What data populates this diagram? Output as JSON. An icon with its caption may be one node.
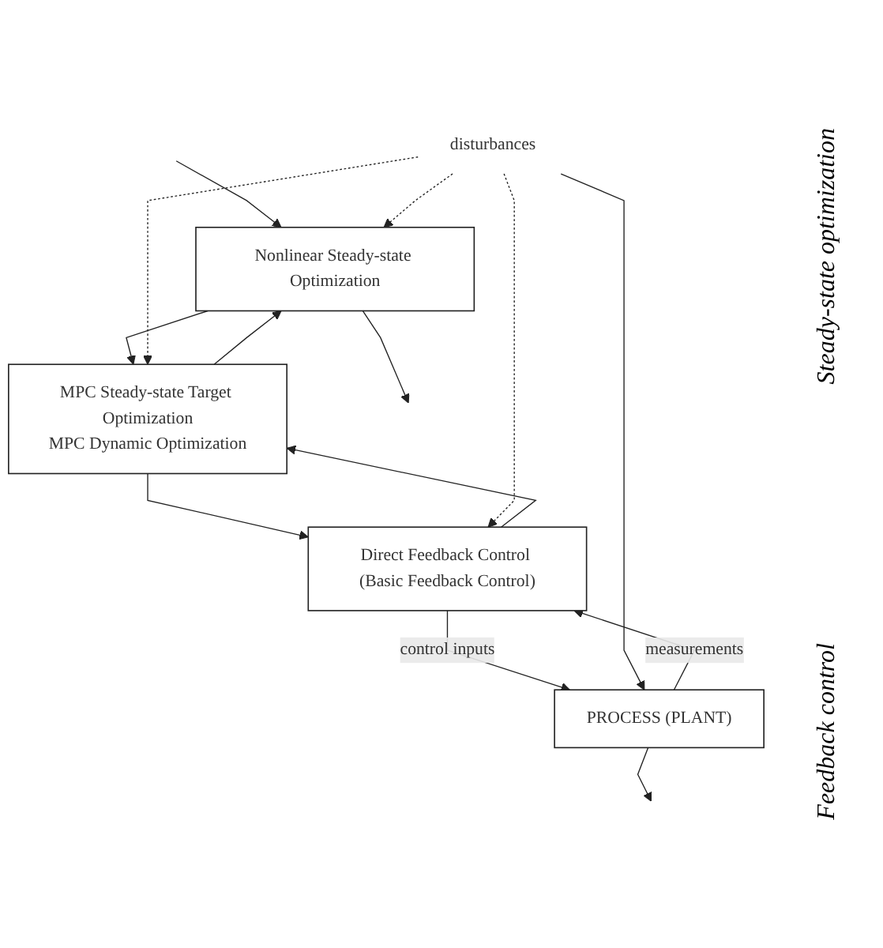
{
  "diagram": {
    "nodes": [
      {
        "text": [
          "Nonlinear Steady-state Optimization"
        ]
      },
      {
        "text": [
          "MPC Steady-state Target Optimization",
          "MPC Dynamic Optimization"
        ]
      },
      {
        "text": [
          "Direct Feedback Control (Basic Feedback Control)"
        ]
      },
      {
        "text": [
          "PROCESS (PLANT)"
        ]
      },
      {
        "text": [
          "disturbances"
        ]
      }
    ],
    "edges": [
      {
        "from": null,
        "to": 0,
        "arrow": "to"
      },
      {
        "from": 0,
        "to": null,
        "arrow": "to"
      },
      {
        "from": 0,
        "to": 1,
        "arrow": "to"
      },
      {
        "from": 1,
        "to": 0,
        "arrow": "to"
      },
      {
        "from": 1,
        "to": 2,
        "arrow": "to"
      },
      {
        "from": 2,
        "to": 1,
        "arrow": "to"
      },
      {
        "from": 2,
        "to": 3,
        "arrow": "to",
        "label": "control inputs"
      },
      {
        "from": 3,
        "to": 2,
        "arrow": "to",
        "label": "measurements"
      },
      {
        "from": 3,
        "to": null,
        "arrow": "to"
      },
      {
        "from": 4,
        "to": 3,
        "arrow": "to"
      },
      {
        "from": 4,
        "to": 0,
        "arrow": "to",
        "style": "dashed"
      },
      {
        "from": 4,
        "to": 1,
        "arrow": "to",
        "style": "dashed"
      },
      {
        "from": 4,
        "to": 2,
        "arrow": "to",
        "style": "dashed"
      }
    ],
    "labels": [
      "Steady-state optimization",
      "Feedback control"
    ]
  }
}
